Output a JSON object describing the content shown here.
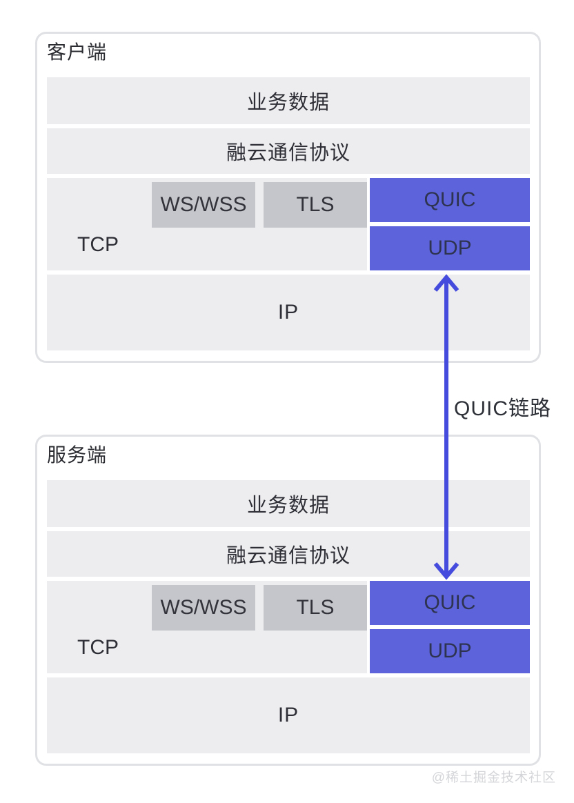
{
  "diagram": {
    "type": "protocol-stack-diagram",
    "background": "#ffffff",
    "colors": {
      "panel_border": "#dfe1e4",
      "layer_fill": "#ededef",
      "subbox_fill": "#c4c6cb",
      "accent_purple": "#5d63da",
      "arrow_purple": "#454cdd",
      "text_dark": "#2e2f36",
      "text_on_purple": "#2e3450",
      "watermark_gray": "#d4d5d8"
    },
    "client": {
      "title": "客户端",
      "layers": {
        "business_data": "业务数据",
        "rc_protocol": "融云通信协议",
        "tcp": "TCP",
        "ws_wss": "WS/WSS",
        "tls": "TLS",
        "quic": "QUIC",
        "udp": "UDP",
        "ip": "IP"
      }
    },
    "server": {
      "title": "服务端",
      "layers": {
        "business_data": "业务数据",
        "rc_protocol": "融云通信协议",
        "tcp": "TCP",
        "ws_wss": "WS/WSS",
        "tls": "TLS",
        "quic": "QUIC",
        "udp": "UDP",
        "ip": "IP"
      }
    },
    "link": {
      "label": "QUIC链路",
      "style": "double-headed vertical arrow"
    },
    "watermark": "@稀土掘金技术社区"
  }
}
